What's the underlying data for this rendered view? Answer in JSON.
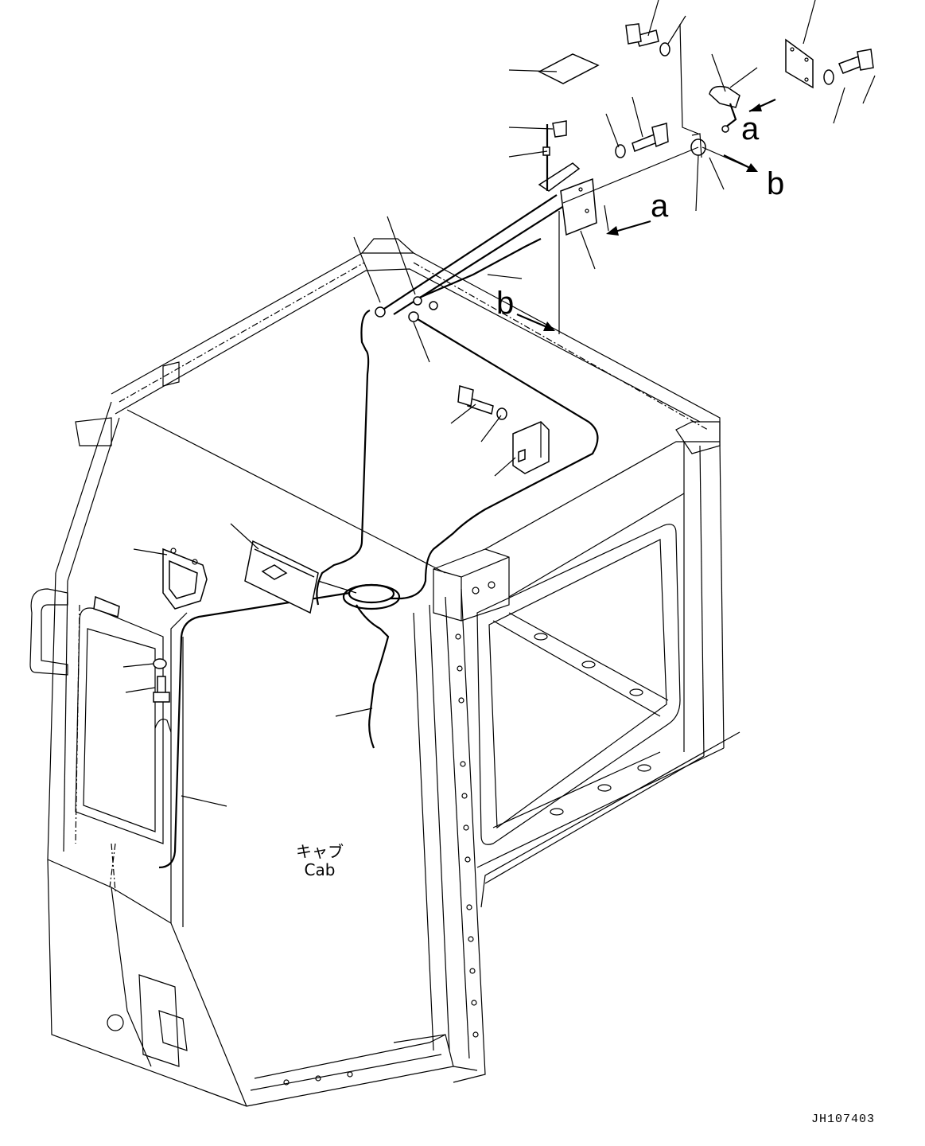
{
  "diagram": {
    "cab_label_jp": "キャブ",
    "cab_label_en": "Cab",
    "view_labels": {
      "a_top": "a",
      "a_mid": "a",
      "b_right": "b",
      "b_left": "b"
    },
    "figure_id": "JH107403"
  }
}
